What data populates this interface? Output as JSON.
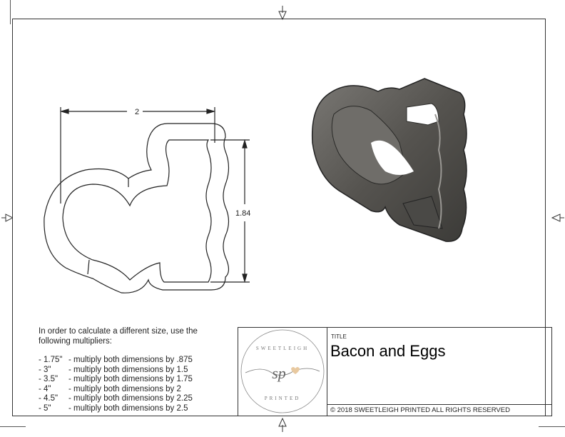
{
  "drawing": {
    "dimension_width": "2",
    "dimension_height": "1.84"
  },
  "notes": {
    "intro": "In order to calculate a different size, use the following multipliers:",
    "multipliers": [
      {
        "size": "- 1.75\"",
        "text": "- multiply both dimensions by .875"
      },
      {
        "size": "- 3\"",
        "text": "- multiply both dimensions by 1.5"
      },
      {
        "size": "- 3.5\"",
        "text": "- multiply both dimensions by 1.75"
      },
      {
        "size": "- 4\"",
        "text": "- multiply both dimensions by 2"
      },
      {
        "size": "- 4.5\"",
        "text": "- multiply both dimensions by 2.25"
      },
      {
        "size": "- 5\"",
        "text": "- multiply both dimensions by 2.5"
      }
    ]
  },
  "title_block": {
    "title_label": "TITLE",
    "title": "Bacon and Eggs",
    "copyright": "© 2018  SWEETLEIGH PRINTED  ALL RIGHTS RESERVED",
    "logo": {
      "top_text": "SWEETLEIGH",
      "bottom_text": "PRINTED",
      "monogram": "sp",
      "accent_color": "#e8c9a0"
    }
  },
  "colors": {
    "line": "#222222",
    "render_body": "#5b5a57",
    "render_highlight": "#8c8a86"
  }
}
